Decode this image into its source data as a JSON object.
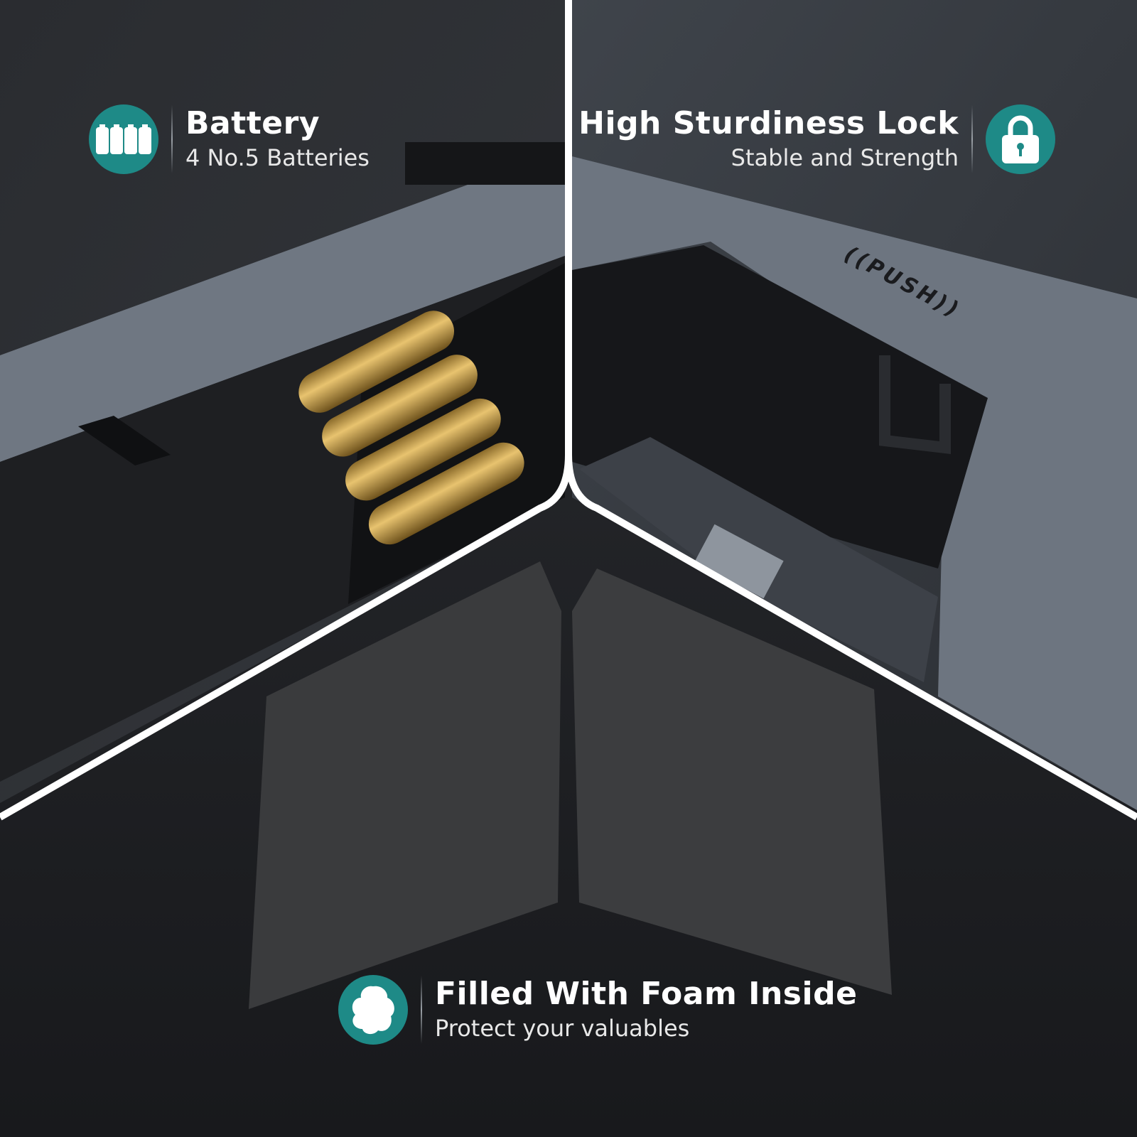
{
  "features": {
    "battery": {
      "title": "Battery",
      "subtitle": "4 No.5 Batteries",
      "icon": "battery-icon"
    },
    "lock": {
      "title": "High Sturdiness Lock",
      "subtitle": "Stable and Strength",
      "icon": "padlock-icon"
    },
    "foam": {
      "title": "Filled With Foam Inside",
      "subtitle": "Protect your valuables",
      "icon": "foam-cotton-icon"
    }
  },
  "product": {
    "push_label": "((PUSH))"
  },
  "colors": {
    "accent": "#1e8a87",
    "background": "#1c1d20",
    "divider": "#ffffff"
  }
}
